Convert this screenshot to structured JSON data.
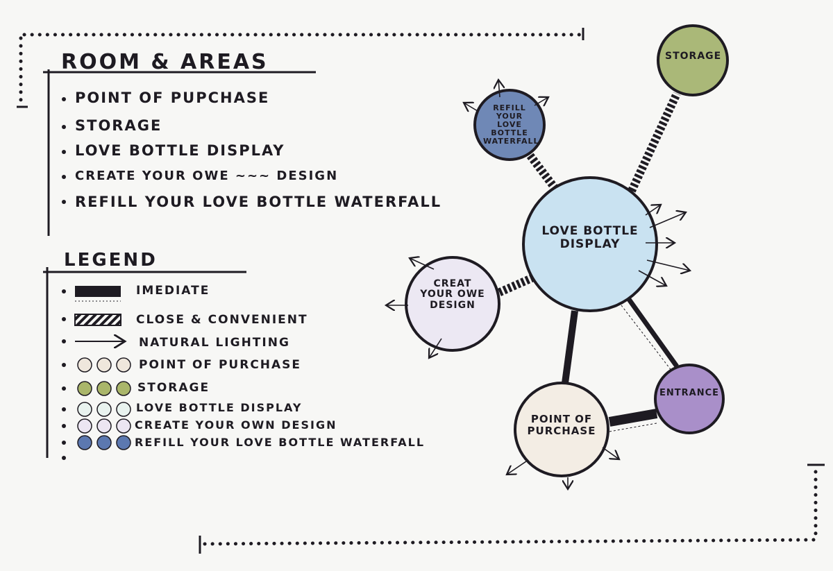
{
  "rooms": {
    "title": "ROOM & AREAS",
    "items": [
      "POINT OF PUPCHASE",
      "STORAGE",
      "LOVE BOTTLE DISPLAY",
      "CREATE YOUR OWE ~~~ DESIGN",
      "REFILL YOUR LOVE BOTTLE WATERFALL"
    ]
  },
  "legend": {
    "title": "LEGEND",
    "entries": [
      {
        "label": "IMEDIATE",
        "symbol": "solid-bar"
      },
      {
        "label": "CLOSE & CONVENIENT",
        "symbol": "hatched-bar"
      },
      {
        "label": "NATURAL LIGHTING",
        "symbol": "arrow"
      },
      {
        "label": "POINT OF PURCHASE",
        "symbol": "dots",
        "color": "#efe7dc"
      },
      {
        "label": "STORAGE",
        "symbol": "dots",
        "color": "#aab66a"
      },
      {
        "label": "LOVE BOTTLE DISPLAY",
        "symbol": "dots",
        "color": "#e9f3ef"
      },
      {
        "label": "CREATE YOUR OWN DESIGN",
        "symbol": "dots",
        "color": "#ece6f2"
      },
      {
        "label": "REFILL YOUR LOVE BOTTLE WATERFALL",
        "symbol": "dots",
        "color": "#5c78b0"
      }
    ]
  },
  "bubbles": {
    "storage": {
      "label": "STORAGE",
      "color": "#aab878"
    },
    "refill": {
      "label": "REFILL YOUR LOVE BOTTLE WATERFALL",
      "color": "#6f88b6"
    },
    "display": {
      "label": "LOVE BOTTLE DISPLAY",
      "color": "#c9e2f1"
    },
    "create": {
      "label": "CREAT YOUR OWE DESIGN",
      "color": "#ece8f3"
    },
    "entrance": {
      "label": "ENTRANCE",
      "color": "#a98fc9"
    },
    "purchase": {
      "label": "POINT OF PURCHASE",
      "color": "#f3ede4"
    }
  }
}
